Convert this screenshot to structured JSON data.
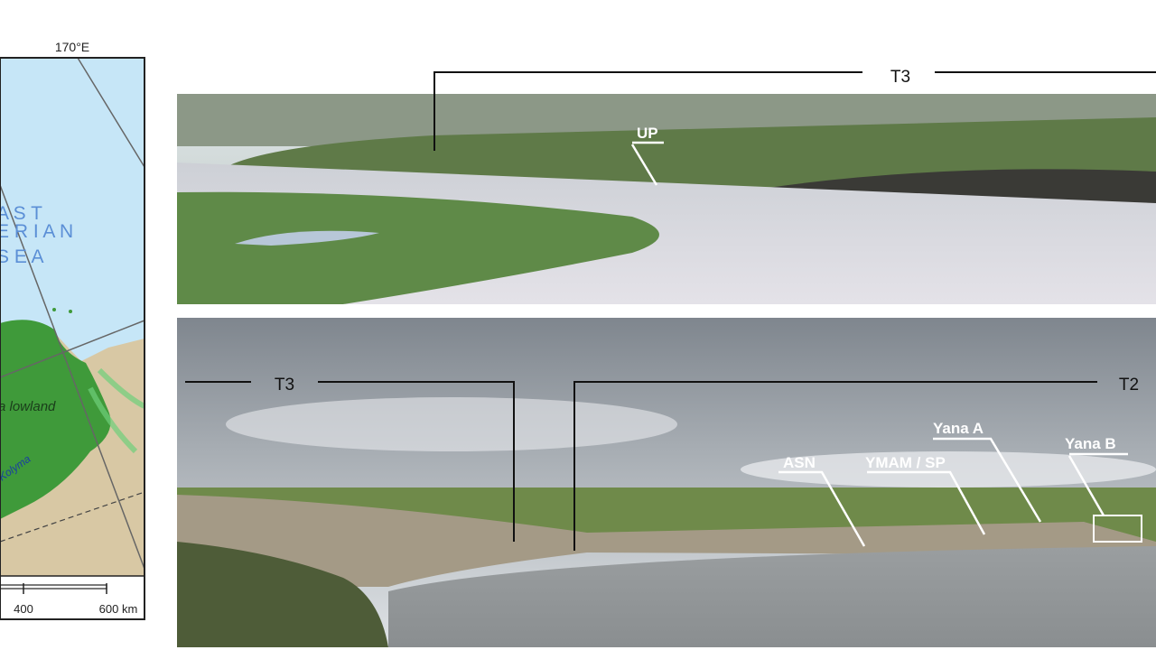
{
  "map": {
    "longitude_label": "170°E",
    "sea_label_lines": [
      "A S T",
      "E R I A N",
      "S E A"
    ],
    "lowland_label": "a lowland",
    "river_label": "Kolyma",
    "scale_labels": [
      "400",
      "600 km"
    ],
    "colors": {
      "sea": "#c6e6f7",
      "lowland": "#3f9a3a",
      "upland": "#d8c8a4",
      "sea_text": "#5b8fd6"
    }
  },
  "top_photo": {
    "terrace_label": "T3",
    "site_labels": [
      "UP"
    ]
  },
  "bottom_photo": {
    "terrace_labels": [
      "T3",
      "T2"
    ],
    "site_labels": [
      "ASN",
      "YMAM / SP",
      "Yana A",
      "Yana B"
    ]
  }
}
